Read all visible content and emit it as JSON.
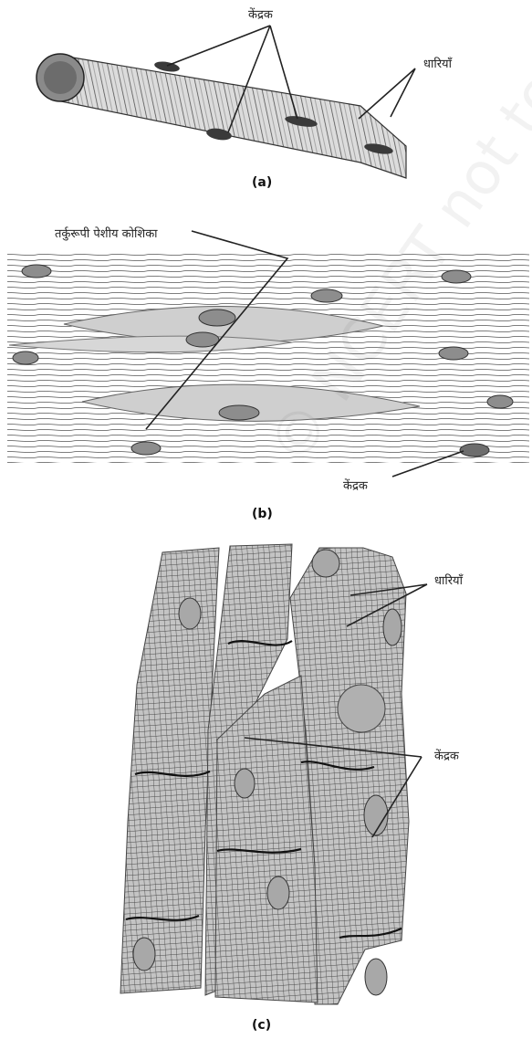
{
  "panel_a": {
    "label_nucleus": "केंद्रक",
    "label_striations": "धारियाँ",
    "caption": "(a)"
  },
  "panel_b": {
    "label_spindle_cell": "तर्कुरूपी पेशीय कोशिका",
    "label_nucleus": "केंद्रक",
    "caption": "(b)"
  },
  "panel_c": {
    "label_striations": "धारियाँ",
    "label_nucleus": "केंद्रक",
    "caption": "(c)"
  },
  "watermark": "© NCERT not to be republished",
  "colors": {
    "ink": "#222222",
    "fiber_fill": "#d9d9d9",
    "fiber_dark": "#7a7a7a",
    "smooth_cell_fill": "#cfcfcf",
    "cardiac_fill": "#bdbdbd"
  }
}
